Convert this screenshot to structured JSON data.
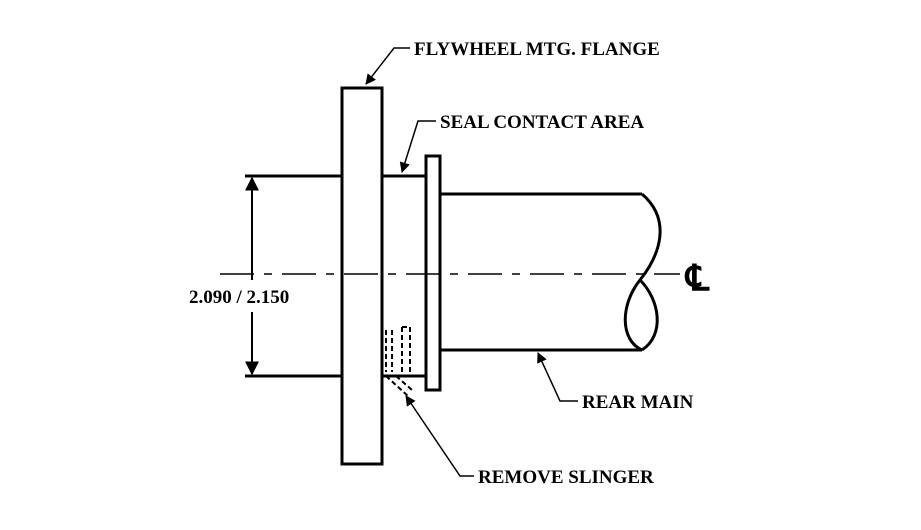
{
  "labels": {
    "flange": "FLYWHEEL MTG. FLANGE",
    "seal": "SEAL CONTACT AREA",
    "dimension": "2.090 / 2.150",
    "centerline": "℄",
    "rear_main": "REAR MAIN",
    "slinger": "REMOVE SLINGER"
  }
}
